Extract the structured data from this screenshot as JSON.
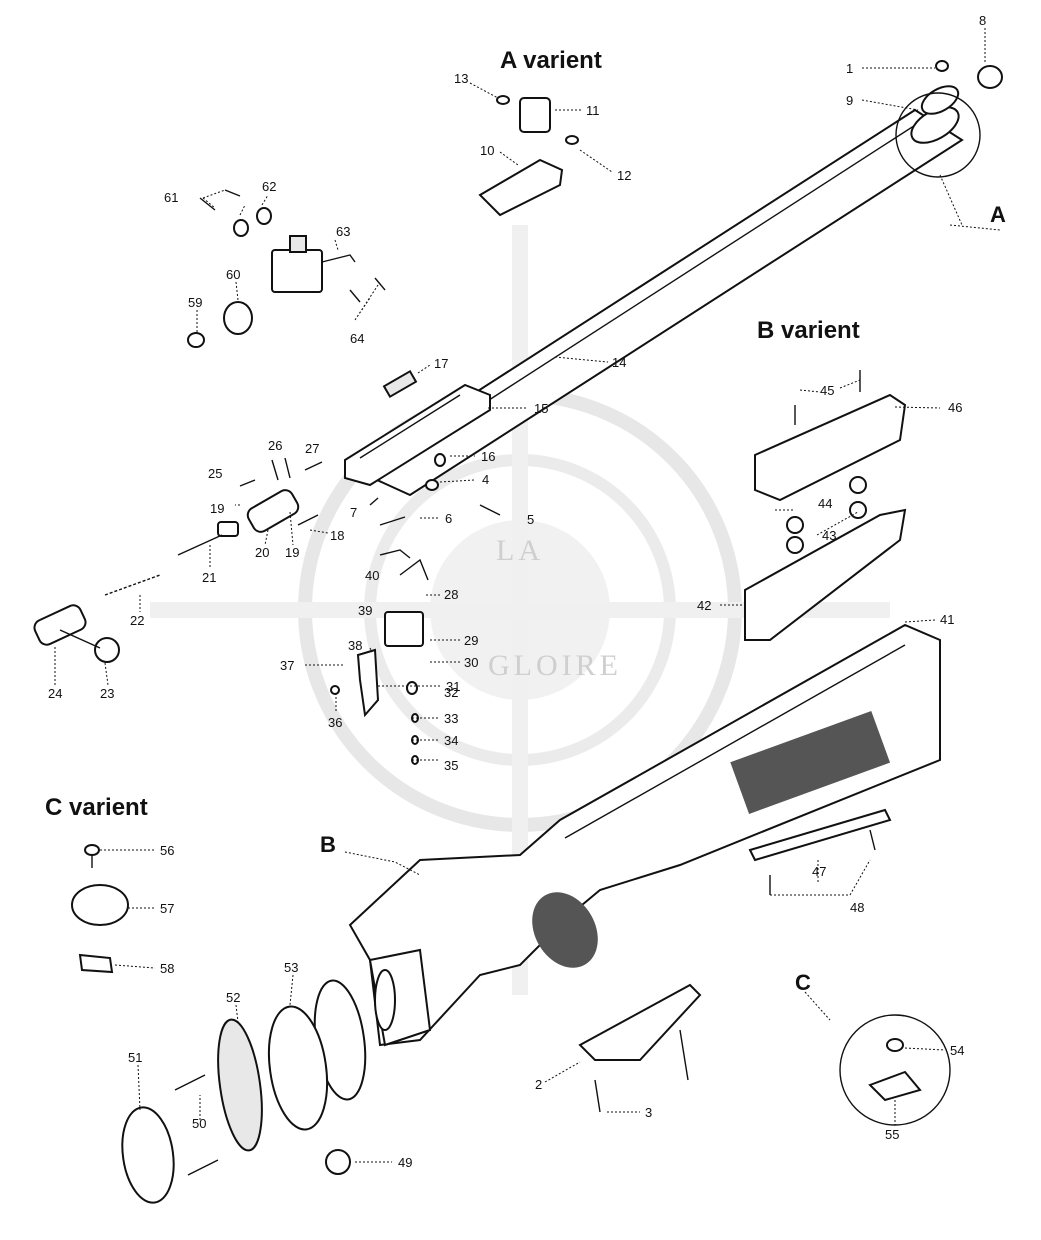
{
  "headings": {
    "a_variant": "A varient",
    "b_variant": "B varient",
    "c_variant": "C varient"
  },
  "detail_markers": {
    "a": "A",
    "b": "B",
    "c": "C"
  },
  "watermark": {
    "line1": "LA",
    "line2": "GLOIRE"
  },
  "part_numbers": {
    "n1": "1",
    "n2": "2",
    "n3": "3",
    "n4": "4",
    "n5": "5",
    "n6": "6",
    "n7": "7",
    "n8": "8",
    "n9": "9",
    "n10": "10",
    "n11": "11",
    "n12": "12",
    "n13": "13",
    "n14": "14",
    "n15": "15",
    "n16": "16",
    "n17": "17",
    "n18": "18",
    "n19a": "19",
    "n19b": "19",
    "n20": "20",
    "n21": "21",
    "n22": "22",
    "n23": "23",
    "n24": "24",
    "n25": "25",
    "n26": "26",
    "n27": "27",
    "n28": "28",
    "n29": "29",
    "n30": "30",
    "n31": "31",
    "n32": "32",
    "n33": "33",
    "n34": "34",
    "n35": "35",
    "n36": "36",
    "n37": "37",
    "n38": "38",
    "n39": "39",
    "n40": "40",
    "n41": "41",
    "n42": "42",
    "n43": "43",
    "n44": "44",
    "n45": "45",
    "n46": "46",
    "n47": "47",
    "n48": "48",
    "n49": "49",
    "n50": "50",
    "n51": "51",
    "n52": "52",
    "n53": "53",
    "n54": "54",
    "n55": "55",
    "n56": "56",
    "n57": "57",
    "n58": "58",
    "n59": "59",
    "n60": "60",
    "n61": "61",
    "n62": "62",
    "n63": "63",
    "n64": "64"
  }
}
